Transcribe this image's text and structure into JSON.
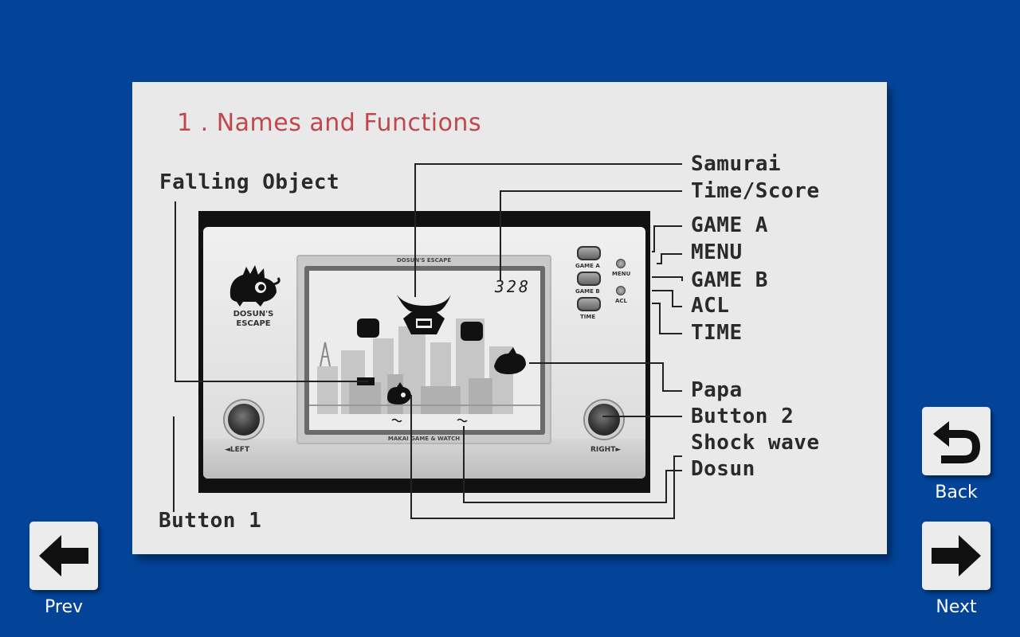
{
  "page": {
    "title": "1 . Names and Functions"
  },
  "labels": {
    "falling_object": "Falling Object",
    "samurai": "Samurai",
    "time_score": "Time/Score",
    "game_a": "GAME A",
    "menu": "MENU",
    "game_b": "GAME B",
    "acl": "ACL",
    "time": "TIME",
    "papa": "Papa",
    "button_2": "Button 2",
    "shock_wave": "Shock wave",
    "dosun": "Dosun",
    "button_1": "Button 1"
  },
  "device": {
    "title": "DOSUN'S ESCAPE",
    "logo_line1": "DOSUN'S",
    "logo_line2": "ESCAPE",
    "footer": "MAKAI GAME & WATCH",
    "score": "328",
    "left_caption": "◄LEFT",
    "right_caption": "RIGHT►",
    "game_a_caption": "GAME A",
    "game_b_caption": "GAME B",
    "time_caption": "TIME",
    "menu_caption": "MENU",
    "acl_caption": "ACL"
  },
  "nav": {
    "back_label": "Back",
    "prev_label": "Prev",
    "next_label": "Next"
  },
  "icons": {
    "back": "return-arrow-icon",
    "prev": "arrow-left-icon",
    "next": "arrow-right-icon"
  },
  "colors": {
    "background": "#034499",
    "title": "#c0474b",
    "panel": "#e9e9e9"
  }
}
